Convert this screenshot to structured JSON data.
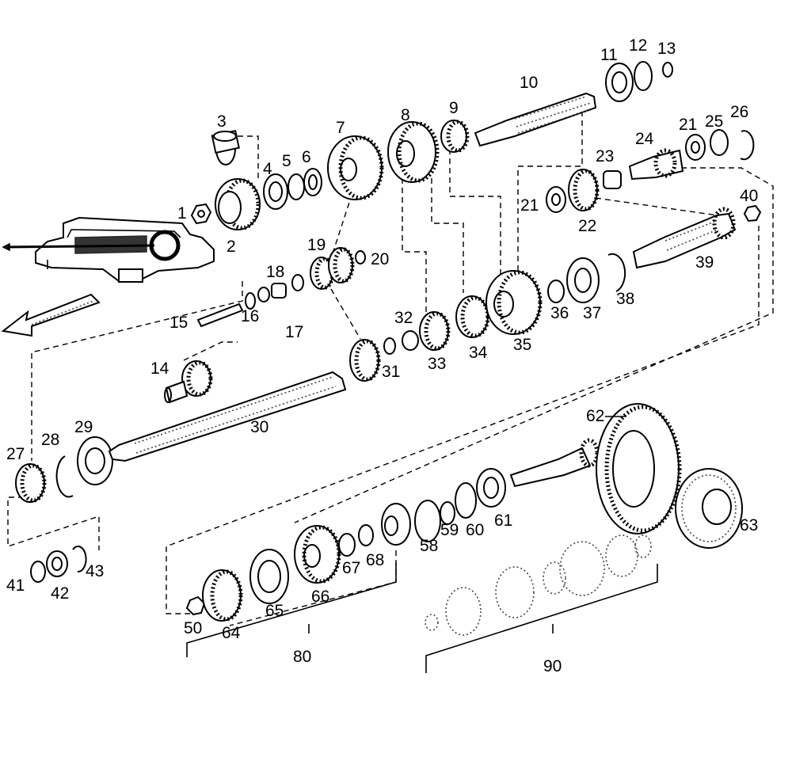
{
  "diagram": {
    "part_labels": [
      "1",
      "2",
      "3",
      "4",
      "5",
      "6",
      "7",
      "8",
      "9",
      "10",
      "11",
      "12",
      "13",
      "14",
      "15",
      "16",
      "17",
      "18",
      "19",
      "20",
      "21",
      "21",
      "22",
      "23",
      "24",
      "25",
      "26",
      "27",
      "28",
      "29",
      "30",
      "31",
      "32",
      "33",
      "34",
      "35",
      "36",
      "37",
      "38",
      "39",
      "40",
      "41",
      "42",
      "43",
      "50",
      "58",
      "59",
      "60",
      "61",
      "62",
      "63",
      "64",
      "65",
      "66",
      "67",
      "68",
      "80",
      "90"
    ],
    "colors": {
      "ink": "#000000",
      "paper": "#ffffff"
    }
  }
}
